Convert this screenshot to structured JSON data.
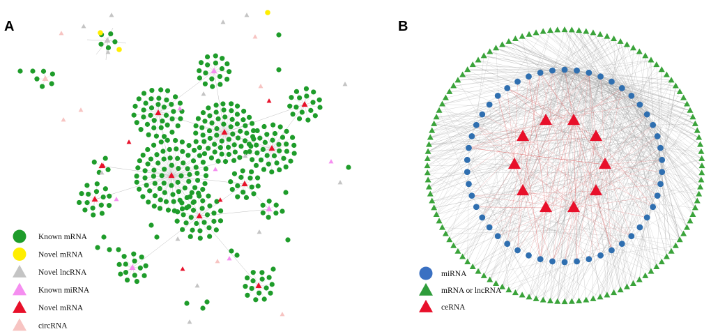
{
  "panel_a": {
    "letter": "A",
    "legend": [
      {
        "shape": "circle",
        "color": "#1e9c2a",
        "label": "Known mRNA"
      },
      {
        "shape": "circle",
        "color": "#ffee00",
        "label": "Novel mRNA"
      },
      {
        "shape": "triangle",
        "color": "#c4c4c4",
        "label": "Novel lncRNA"
      },
      {
        "shape": "triangle",
        "color": "#f58ef0",
        "label": "Known miRNA"
      },
      {
        "shape": "triangle",
        "color": "#e8102a",
        "label": "Novel mRNA"
      },
      {
        "shape": "triangle",
        "color": "#f7c4c2",
        "label": "circRNA"
      }
    ]
  },
  "panel_b": {
    "letter": "B",
    "legend": [
      {
        "shape": "circle",
        "color": "#3a70c2",
        "label": "miRNA"
      },
      {
        "shape": "triangle",
        "color": "#2e9c3a",
        "label": "mRNA or lncRNA"
      },
      {
        "shape": "triangle",
        "color": "#e8102a",
        "label": "ceRNA"
      }
    ],
    "outer_ring_count": 120,
    "mirna_ring_count": 50,
    "cerna_count": 10
  },
  "colors": {
    "known_mrna": "#1e9c2a",
    "novel_mrna": "#ffee00",
    "novel_lncrna": "#c4c4c4",
    "known_mirna": "#f58ef0",
    "novel_mrna_tri": "#e8102a",
    "circrna": "#f7c4c2",
    "mirna_b": "#2f6fb0",
    "outer_b": "#3aa33a",
    "cerna_b": "#e8102a",
    "edge_gray": "#9a9a9a",
    "edge_red": "#e07070"
  }
}
